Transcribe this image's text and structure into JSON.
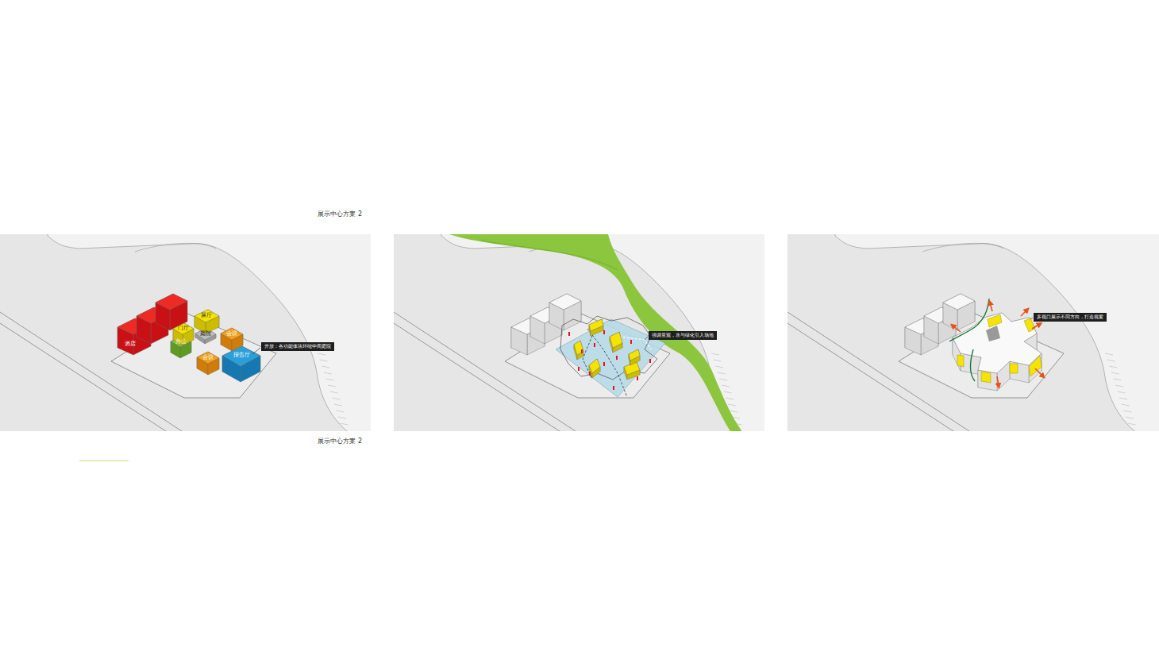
{
  "diagram": {
    "nodes": [
      {
        "text": [
          "酒店"
        ]
      },
      {
        "text": [
          "展厅"
        ]
      },
      {
        "text": [
          "门厅"
        ]
      },
      {
        "text": [
          "庭院"
        ]
      },
      {
        "text": [
          "办公"
        ]
      },
      {
        "text": [
          "会议"
        ]
      },
      {
        "text": [
          "会议"
        ]
      },
      {
        "text": [
          "报告厅"
        ]
      },
      {
        "text": [
          "开放：各功能体块环绕中间庭院"
        ]
      },
      {
        "text": [
          "强调景观，水与绿化引入场地"
        ]
      },
      {
        "text": [
          "多视口展示不同方向，打造视窗"
        ]
      }
    ],
    "labels": [
      "展示中心方案 2",
      "展示中心方案 2"
    ]
  }
}
